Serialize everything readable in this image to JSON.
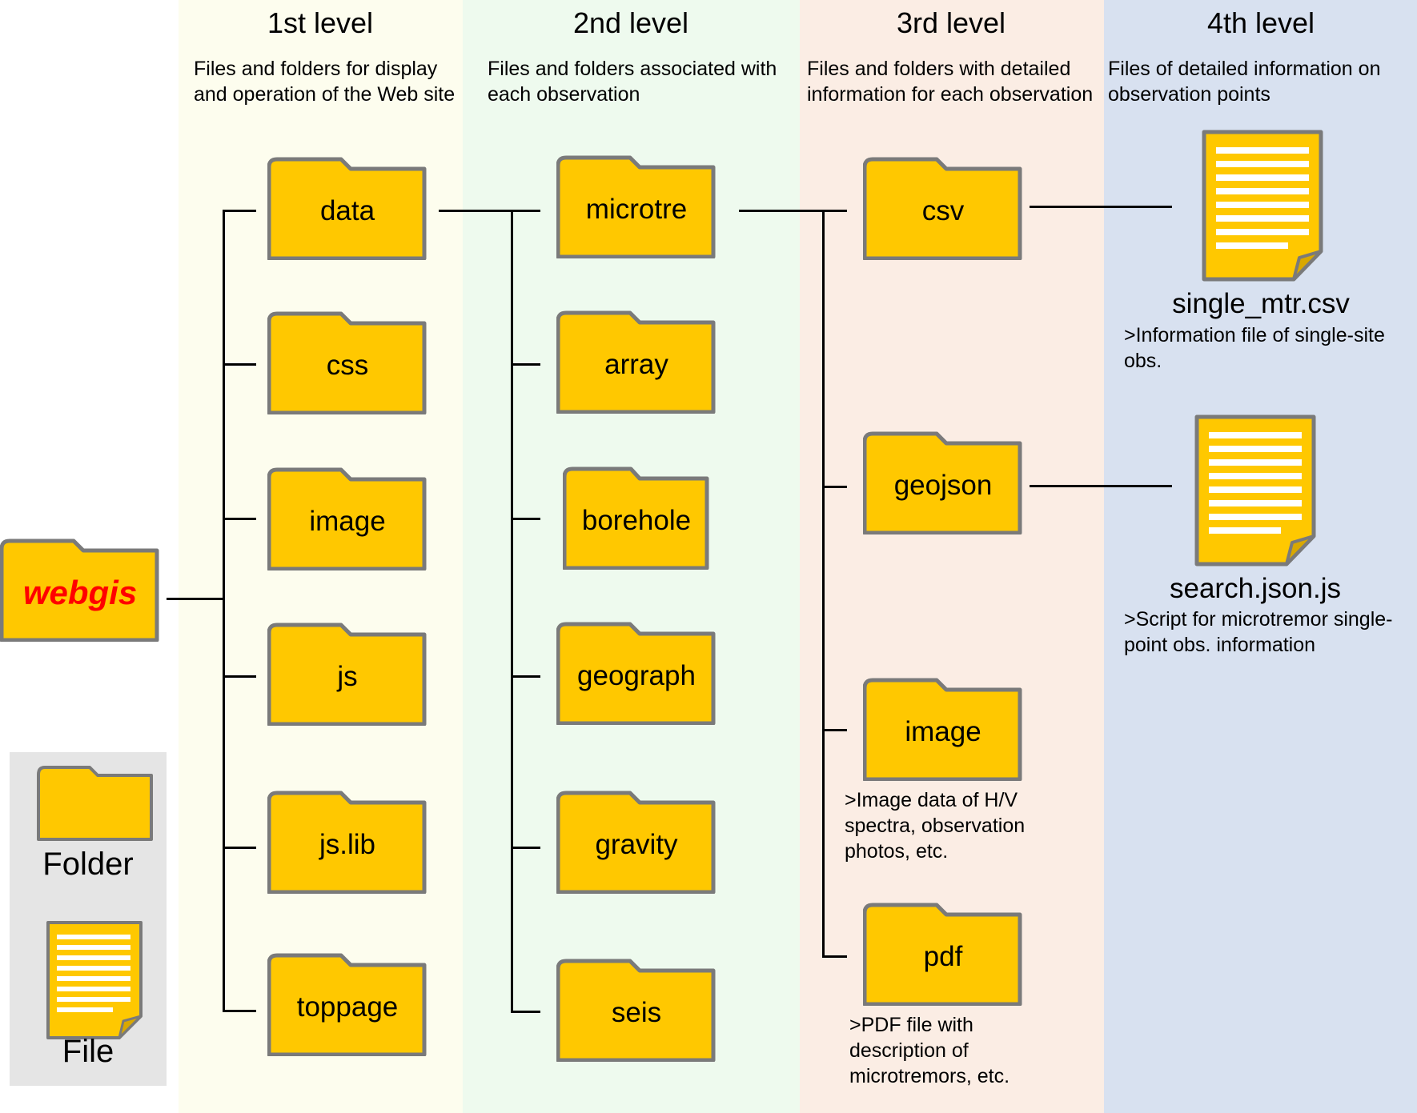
{
  "colors": {
    "level1_bg": "#fdfdee",
    "level2_bg": "#eefaee",
    "level3_bg": "#fbede4",
    "level4_bg": "#d8e1f0",
    "folder_fill": "#ffc800",
    "folder_stroke": "#7a7a7a",
    "root_label": "#ff0000"
  },
  "levels": [
    {
      "title": "1st level",
      "description": "Files and folders for display and operation of the Web site"
    },
    {
      "title": "2nd level",
      "description": "Files and folders associated with each observation"
    },
    {
      "title": "3rd level",
      "description": "Files and folders with detailed information for each observation"
    },
    {
      "title": "4th level",
      "description": "Files of detailed information on observation points"
    }
  ],
  "root": {
    "label": "webgis"
  },
  "level1_folders": [
    "data",
    "css",
    "image",
    "js",
    "js.lib",
    "toppage"
  ],
  "level2_folders": [
    "microtre",
    "array",
    "borehole",
    "geograph",
    "gravity",
    "seis"
  ],
  "level3_folders": [
    "csv",
    "geojson",
    "image",
    "pdf"
  ],
  "level3_notes": {
    "image": ">Image data of H/V spectra, observation photos, etc.",
    "pdf": ">PDF file with description of microtremors, etc."
  },
  "level4_files": [
    {
      "name": "single_mtr.csv",
      "note": ">Information file of single-site obs."
    },
    {
      "name": "search.json.js",
      "note": ">Script for microtremor single-point obs. information"
    }
  ],
  "legend": {
    "folder": "Folder",
    "file": "File"
  }
}
